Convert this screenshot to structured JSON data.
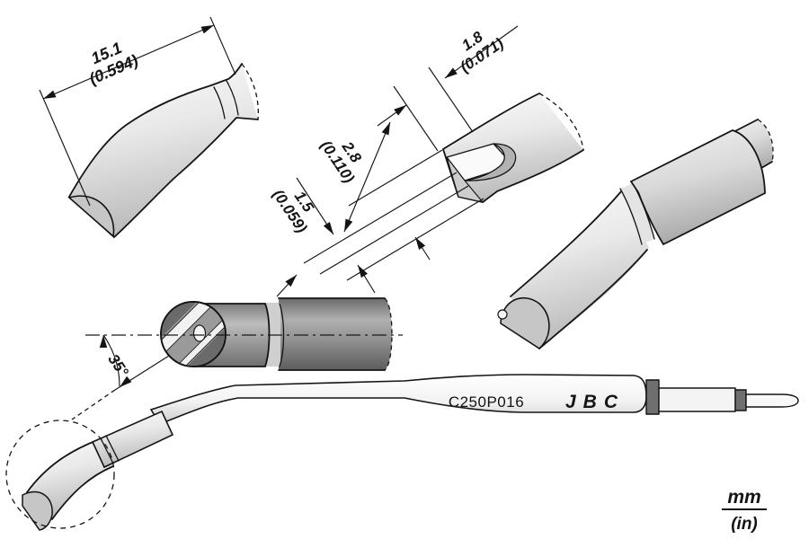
{
  "part": {
    "code": "C250P016",
    "brand": "JBC"
  },
  "legend": {
    "primary": "mm",
    "secondary": "(in)"
  },
  "dims": {
    "overall_length": {
      "mm": "15.1",
      "in": "(0.594)"
    },
    "slot_depth": {
      "mm": "1.8",
      "in": "(0.071)"
    },
    "tip_diameter": {
      "mm": "2.8",
      "in": "(0.110)"
    },
    "slot_width": {
      "mm": "1.5",
      "in": "(0.059)"
    },
    "bend_angle": {
      "value": "35°"
    }
  },
  "colors": {
    "outline": "#141414",
    "body_light": "#ececec",
    "body_dark": "#8b8b8b",
    "band_dark": "#6f6f6f",
    "face_gray": "#c6c6c6"
  }
}
